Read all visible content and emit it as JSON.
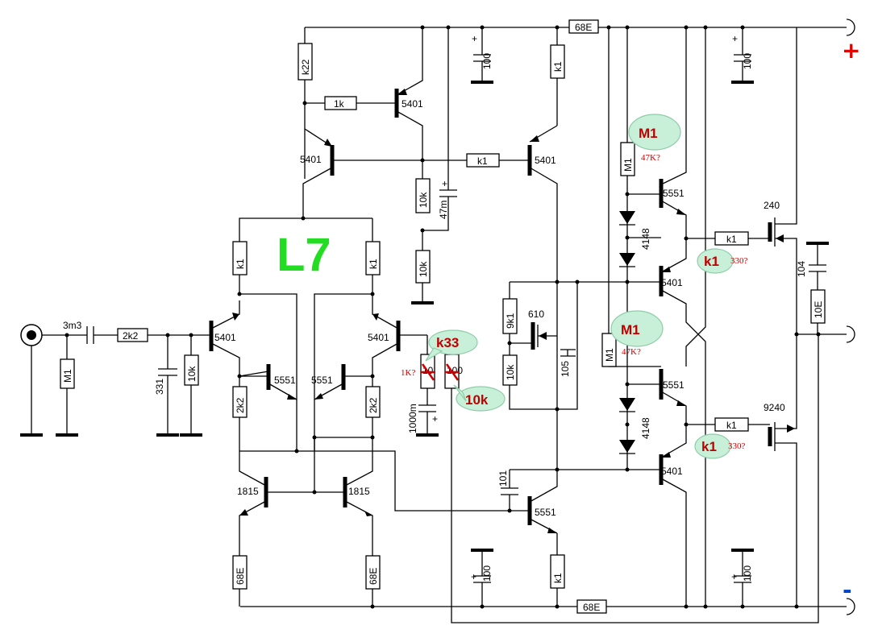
{
  "labels": {
    "title": "L7",
    "plus": "+",
    "minus": "-",
    "top_rail_resistor": "68E",
    "bottom_rail_resistor": "68E",
    "r_k22": "k22",
    "r_1k": "1k",
    "q_5401_top": "5401",
    "q_5401_mid_left": "5401",
    "r_k1_mid": "k1",
    "q_5401_mid_right": "5401",
    "r_k1_vas_top": "k1",
    "r_10k_center": "10k",
    "c_47m": "47m",
    "r_10k_center_low": "10k",
    "c_top_100": "100",
    "r_k1_diff_left": "k1",
    "r_k1_diff_right": "k1",
    "input_cap": "3m3",
    "input_res": "2k2",
    "r_m1_input": "M1",
    "c_331": "331",
    "r_10k_input": "10k",
    "q_5401_in_left": "5401",
    "q_5401_in_right": "5401",
    "q_5551_left": "5551",
    "q_5551_right": "5551",
    "r_2k2_left": "2k2",
    "r_2k2_right": "2k2",
    "q_1815_left": "1815",
    "q_1815_right": "1815",
    "r_68e_left": "68E",
    "r_68e_right": "68E",
    "c_1000m": "1000m",
    "r_9k1": "9k1",
    "q_610": "610",
    "r_10k_vbe": "10k",
    "c_105": "105",
    "c_101": "101",
    "q_5551_vas": "5551",
    "r_k1_vas_bottom": "k1",
    "c_bottom_100_left": "100",
    "c_bottom_100_right": "100",
    "c_top_100_right": "100",
    "r_m1_upper": "M1",
    "r_m1_lower": "M1",
    "d_4148_upper": "4148",
    "d_4148_lower": "4148",
    "q_5551_drv_upper": "5551",
    "q_5401_drv_upper": "5401",
    "q_5551_drv_lower": "5551",
    "q_5401_drv_lower": "5401",
    "r_k1_gate_upper": "k1",
    "r_k1_gate_lower": "k1",
    "mosfet_upper": "240",
    "mosfet_lower": "9240",
    "c_104": "104",
    "r_10e": "10E",
    "note_m1_upper": "47K?",
    "note_m1_lower": "47K?",
    "note_k1_upper": "330?",
    "note_k1_lower": "330?",
    "note_1k": "1K?",
    "ellipse_m1_upper": "M1",
    "ellipse_m1_lower": "M1",
    "ellipse_k1_upper": "k1",
    "ellipse_k1_lower": "k1",
    "ellipse_k33": "k33",
    "ellipse_10k": "10k",
    "crossed_left": "10",
    "crossed_right": "100"
  },
  "colors": {
    "annotation_text": "#cc0000",
    "title_color": "#22dd22",
    "ellipse_fill": "#c8f0d8",
    "plus_color": "#e00000",
    "minus_color": "#0044cc"
  }
}
